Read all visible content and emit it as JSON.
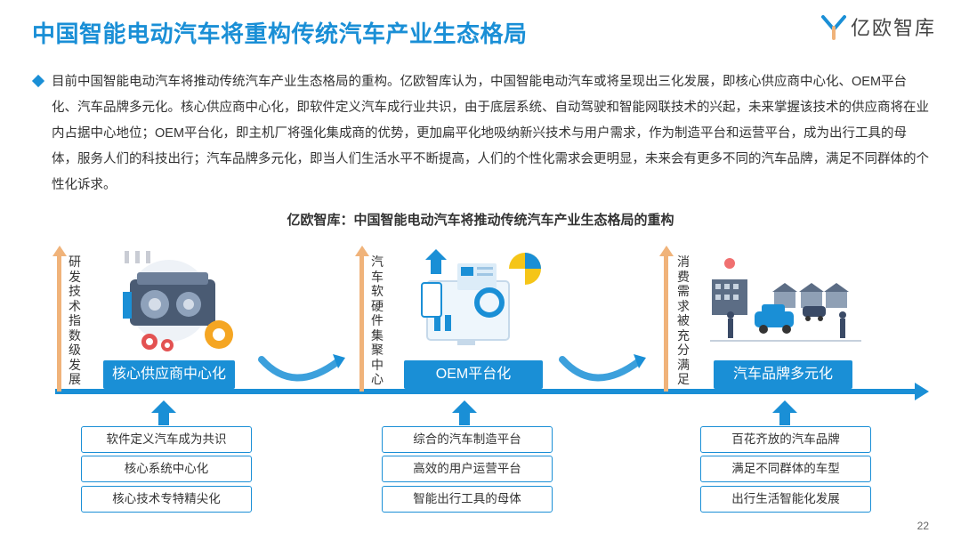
{
  "header": {
    "title": "中国智能电动汽车将重构传统汽车产业生态格局",
    "logo_text": "亿欧智库"
  },
  "intro": {
    "paragraph": "目前中国智能电动汽车将推动传统汽车产业生态格局的重构。亿欧智库认为，中国智能电动汽车或将呈现出三化发展，即核心供应商中心化、OEM平台化、汽车品牌多元化。核心供应商中心化，即软件定义汽车成行业共识，由于底层系统、自动驾驶和智能网联技术的兴起，未来掌握该技术的供应商将在业内占据中心地位；OEM平台化，即主机厂将强化集成商的优势，更加扁平化地吸纳新兴技术与用户需求，作为制造平台和运营平台，成为出行工具的母体，服务人们的科技出行；汽车品牌多元化，即当人们生活水平不断提高，人们的个性化需求会更明显，未来会有更多不同的汽车品牌，满足不同群体的个性化诉求。"
  },
  "diagram": {
    "title": "亿欧智库：中国智能电动汽车将推动传统汽车产业生态格局的重构",
    "stages": [
      {
        "axis_label": "研发技术指数级发展",
        "pill": "核心供应商中心化",
        "items": [
          "软件定义汽车成为共识",
          "核心系统中心化",
          "核心技术专特精尖化"
        ]
      },
      {
        "axis_label": "汽车软硬件集聚中心",
        "pill": "OEM平台化",
        "items": [
          "综合的汽车制造平台",
          "高效的用户运营平台",
          "智能出行工具的母体"
        ]
      },
      {
        "axis_label": "消费需求被充分满足",
        "pill": "汽车品牌多元化",
        "items": [
          "百花齐放的汽车品牌",
          "满足不同群体的车型",
          "出行生活智能化发展"
        ]
      }
    ]
  },
  "footer": {
    "page_number": "22"
  },
  "colors": {
    "primary": "#1a8fd6",
    "axis": "#f0b37a",
    "text": "#333333"
  }
}
